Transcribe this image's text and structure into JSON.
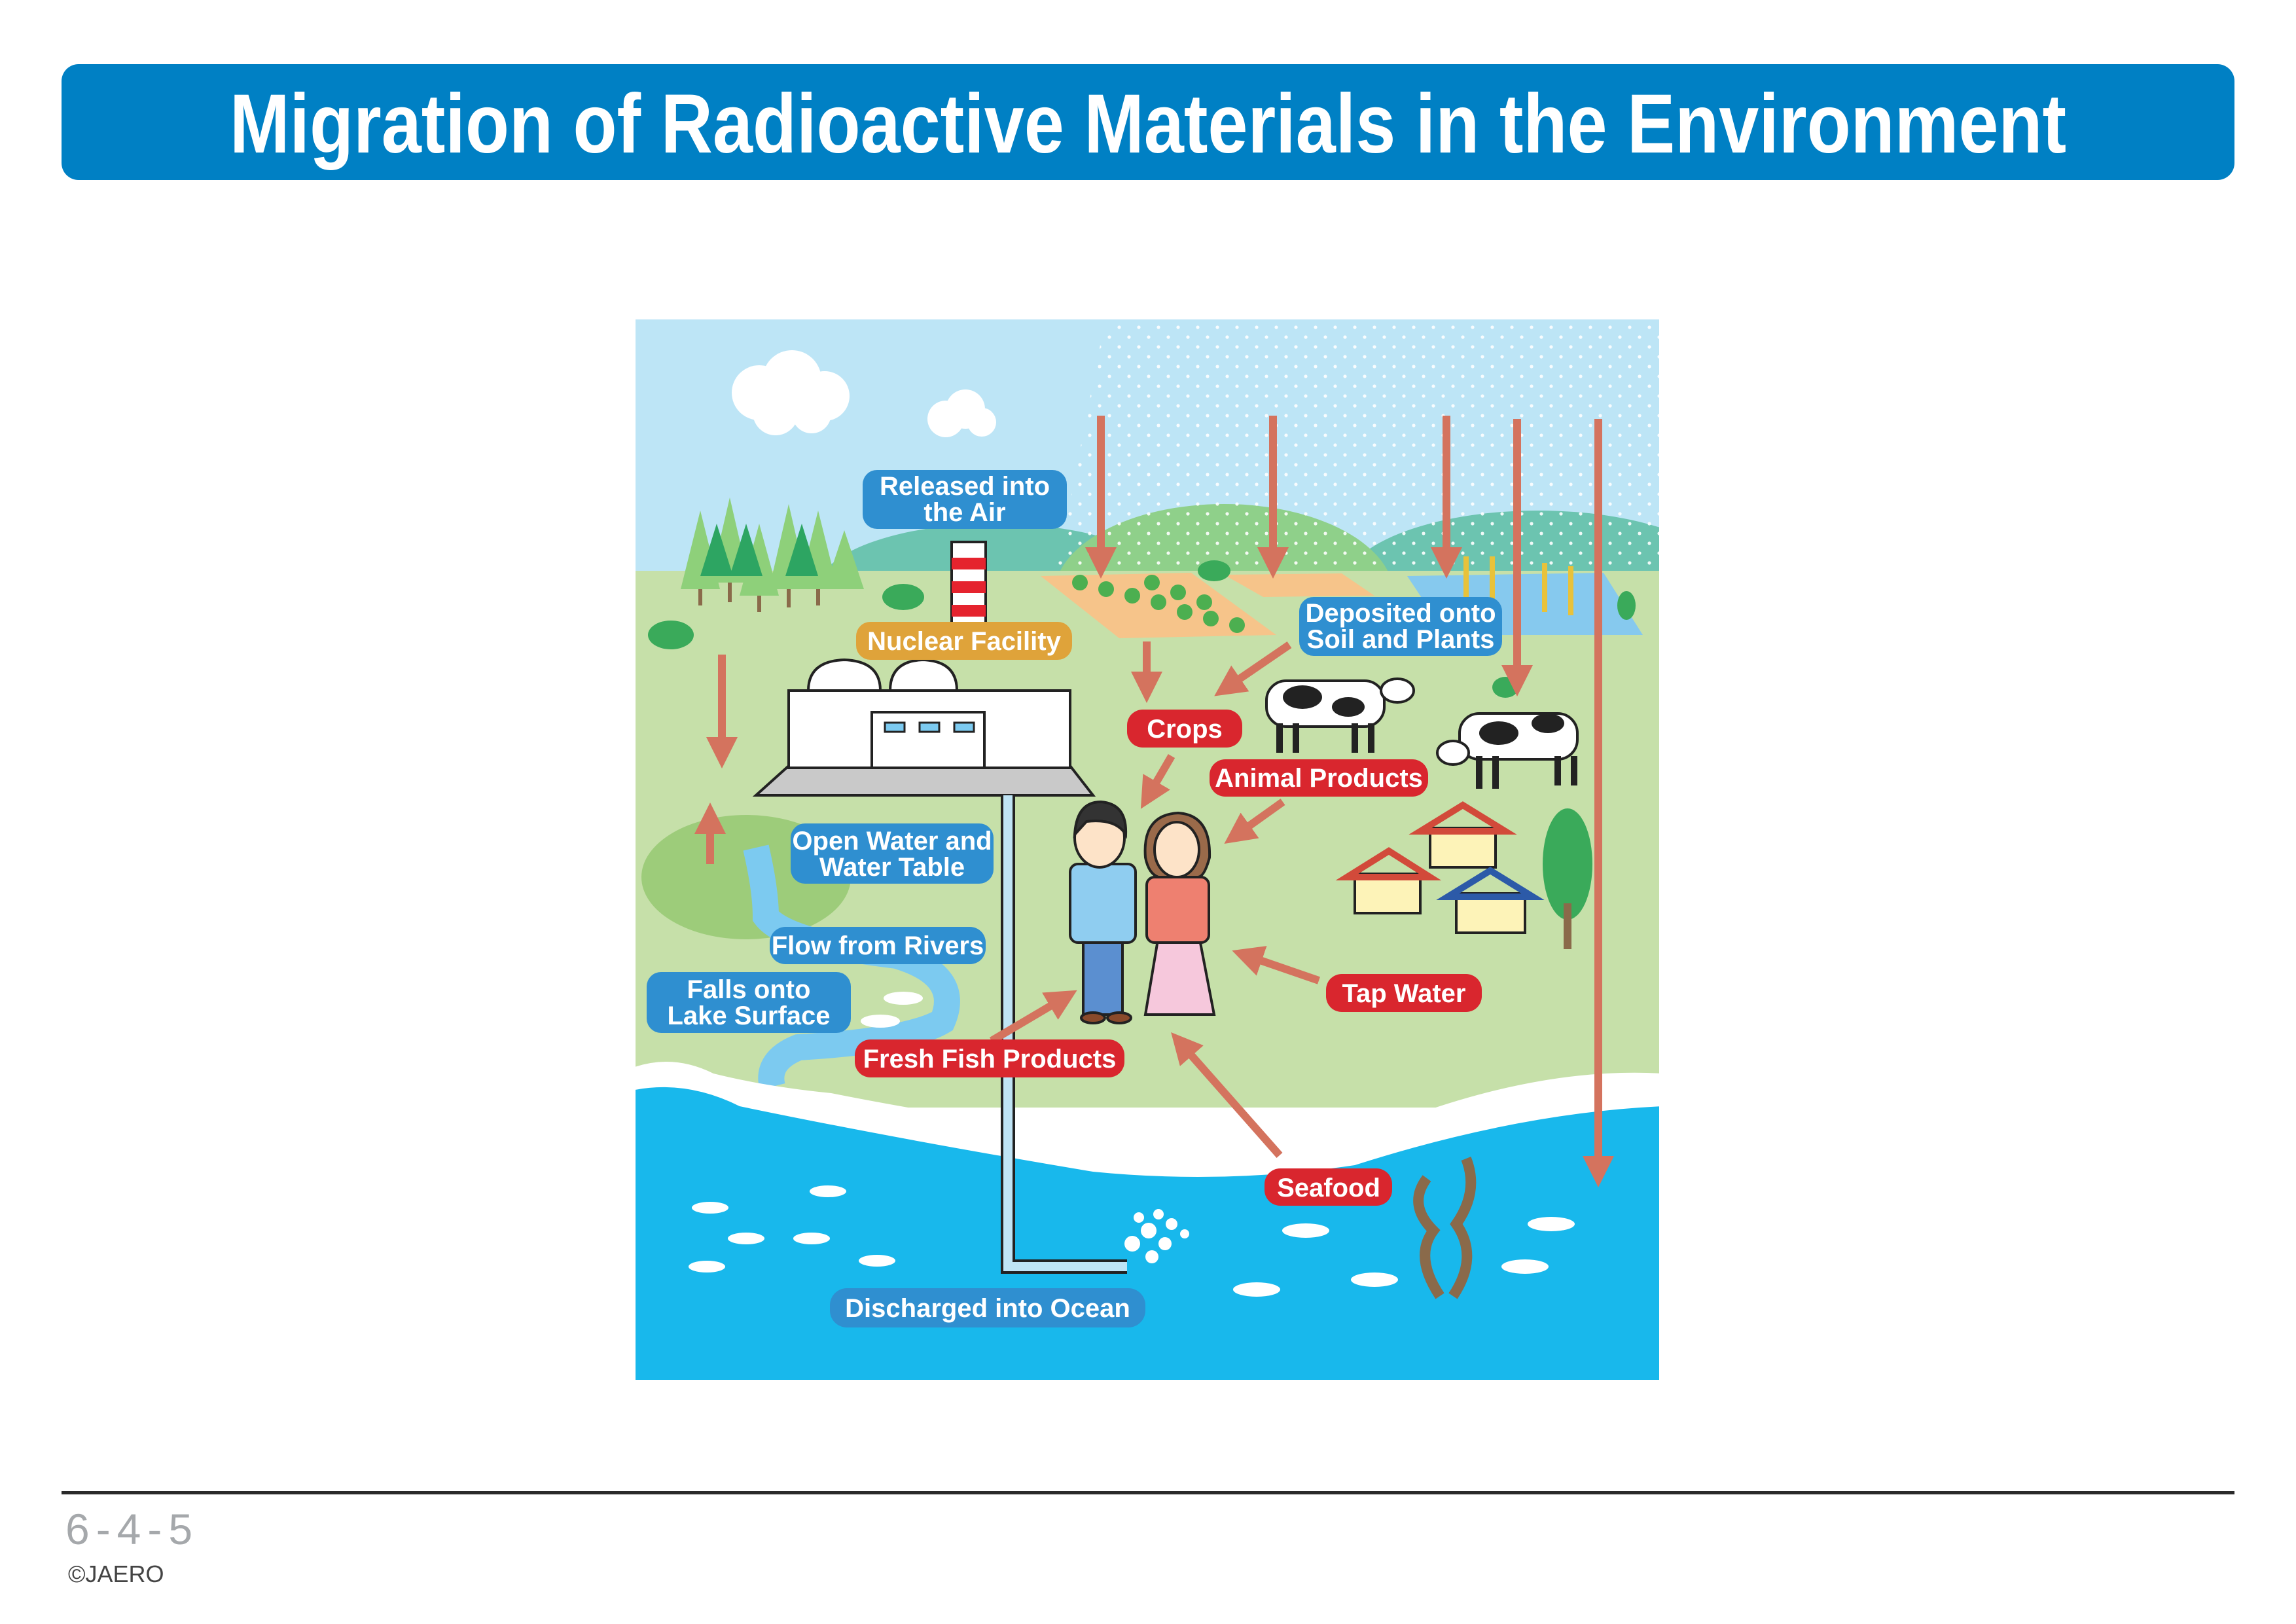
{
  "title": "Migration of Radioactive Materials in the Environment",
  "diagram": {
    "labels": {
      "released_air": [
        "Released into",
        "the Air"
      ],
      "nuclear_facility": "Nuclear Facility",
      "deposited": [
        "Deposited onto",
        "Soil and Plants"
      ],
      "crops": "Crops",
      "animal_products": "Animal Products",
      "open_water": [
        "Open Water and",
        "Water Table"
      ],
      "flow_rivers": "Flow from Rivers",
      "falls_lake": [
        "Falls onto",
        "Lake Surface"
      ],
      "tap_water": "Tap Water",
      "fresh_fish": "Fresh Fish Products",
      "seafood": "Seafood",
      "discharged_ocean": "Discharged into Ocean"
    },
    "colors": {
      "blue_label": "#2f8fd0",
      "red_label": "#d9262e",
      "orange_label": "#dfa33a",
      "arrow": "#d4735e",
      "sky": "#bde5f6",
      "ground": "#c6e0a9",
      "ocean": "#18b8ec"
    }
  },
  "footer": {
    "page_number": "6-4-5",
    "copyright": "©JAERO"
  }
}
